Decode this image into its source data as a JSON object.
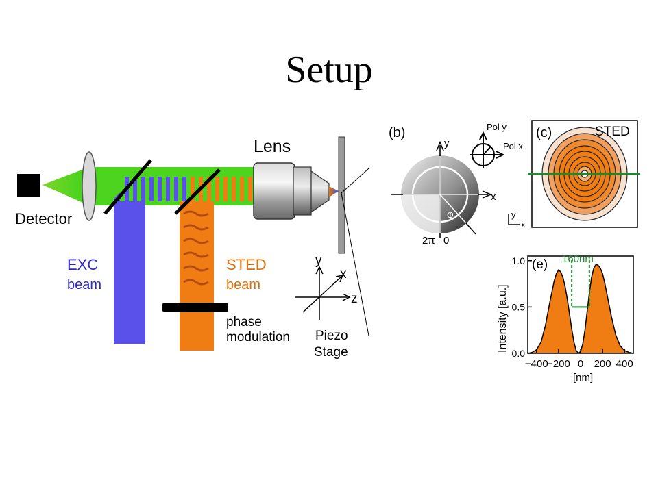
{
  "slide": {
    "title": "Setup"
  },
  "setup": {
    "lens": "Lens",
    "detector": "Detector",
    "exc_line1": "EXC",
    "exc_line2": "beam",
    "sted_line1": "STED",
    "sted_line2": "beam",
    "phase_line1": "phase",
    "phase_line2": "modulation",
    "axis_y": "y",
    "axis_x": "x",
    "axis_z": "z",
    "stage_line1": "Piezo",
    "stage_line2": "Stage"
  },
  "panel_b": {
    "label": "(b)",
    "axis_y": "y",
    "axis_x": "x",
    "phase_2pi": "2π",
    "phase_0": "0",
    "phase_symbol": "φ",
    "pol_y": "Pol y",
    "pol_x": "Pol x"
  },
  "panel_c": {
    "label": "(c)",
    "name": "STED",
    "axis_y": "y",
    "axis_x": "x"
  },
  "panel_e": {
    "label": "(e)",
    "fwhm": "160nm",
    "ylabel": "Intensity [a.u.]",
    "xlabel": "[nm]",
    "yticks": [
      "1.0",
      "0.5",
      "0.0"
    ],
    "xticks": [
      "−400",
      "−200",
      "0",
      "200",
      "400"
    ]
  },
  "chart_data": {
    "type": "area",
    "title": "",
    "xlabel": "[nm]",
    "ylabel": "Intensity [a.u.]",
    "xlim": [
      -480,
      480
    ],
    "ylim": [
      0,
      1.05
    ],
    "x": [
      -480,
      -440,
      -400,
      -360,
      -320,
      -280,
      -240,
      -220,
      -200,
      -180,
      -160,
      -140,
      -120,
      -100,
      -80,
      -60,
      -40,
      -20,
      0,
      20,
      40,
      60,
      80,
      100,
      120,
      140,
      160,
      180,
      200,
      220,
      240,
      280,
      320,
      360,
      400,
      440,
      480
    ],
    "y": [
      0.0,
      0.01,
      0.04,
      0.12,
      0.3,
      0.55,
      0.78,
      0.86,
      0.9,
      0.88,
      0.82,
      0.72,
      0.58,
      0.42,
      0.26,
      0.12,
      0.03,
      0.0,
      0.02,
      0.1,
      0.25,
      0.45,
      0.65,
      0.82,
      0.92,
      0.96,
      0.95,
      0.92,
      0.86,
      0.76,
      0.64,
      0.4,
      0.2,
      0.08,
      0.03,
      0.01,
      0.0
    ],
    "grid": false,
    "annotations": [
      "160nm"
    ]
  }
}
